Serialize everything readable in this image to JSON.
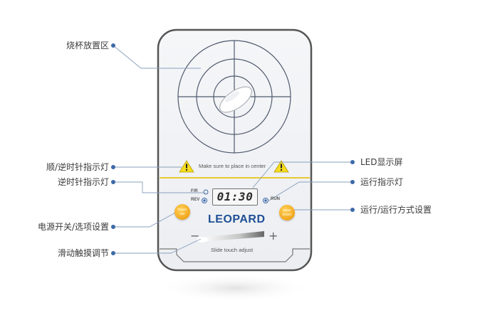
{
  "callouts": {
    "beaker_area": "烧杯放置区",
    "cw_ccw_indicator": "顺/逆时针指示灯",
    "ccw_indicator": "逆时针指示灯",
    "power_option": "电源开关/选项设置",
    "slide_adjust": "滑动触摸调节",
    "led_display": "LED显示屏",
    "run_indicator": "运行指示灯",
    "run_mode_setting": "运行/运行方式设置"
  },
  "device": {
    "warning_text": "Make sure to place in center",
    "fr_label": "F/R",
    "rev_label": "REV",
    "run_label": "RUN",
    "display_value": "01:30",
    "brand": "LEOPARD",
    "power_button": {
      "line1": "Power",
      "line2": "Set"
    },
    "motor_button": {
      "line1": "Motor",
      "line2": "Switch"
    },
    "minus": "−",
    "plus": "+",
    "slide_text": "Slide touch adjust"
  },
  "colors": {
    "callout_dot": "#3d6aa8",
    "leader_line": "#8aa0bd",
    "warning_yellow": "#f5dc1e",
    "divider_yellow": "#e8c931",
    "button_orange": "#f2a51d",
    "brand_blue": "#1e4f96",
    "device_outline": "#555555"
  }
}
